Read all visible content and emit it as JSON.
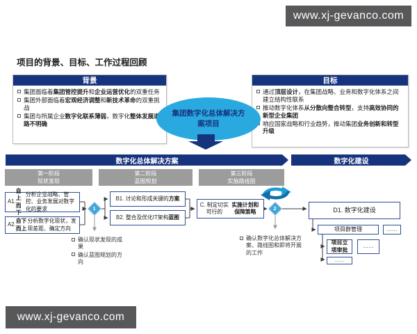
{
  "watermark": {
    "url": "www.xj-gevanco.com"
  },
  "title": "项目的背景、目标、工作过程回顾",
  "background_panel": {
    "header": "背景",
    "bullets": [
      [
        {
          "t": "集团面临着"
        },
        {
          "t": "集团管控提升",
          "b": 1
        },
        {
          "t": "和"
        },
        {
          "t": "企业运营优化",
          "b": 1
        },
        {
          "t": "的双重任务"
        }
      ],
      [
        {
          "t": "集团外部面临着"
        },
        {
          "t": "宏观经济调整",
          "b": 1
        },
        {
          "t": "和"
        },
        {
          "t": "新技术革命",
          "b": 1
        },
        {
          "t": "的双重挑战"
        }
      ],
      [
        {
          "t": "集团与所属企业"
        },
        {
          "t": "数字化联系薄弱",
          "b": 1
        },
        {
          "t": "，数字化"
        },
        {
          "t": "整体发展道路不明确",
          "b": 1
        }
      ]
    ]
  },
  "goal_panel": {
    "header": "目标",
    "bullets": [
      [
        {
          "t": "通过"
        },
        {
          "t": "顶层设计",
          "b": 1
        },
        {
          "t": "，在集团战略、业务和数字化体系之间建立结构性联系"
        }
      ],
      [
        {
          "t": "推动数字化体系"
        },
        {
          "t": "从分散向整合转型",
          "b": 1
        },
        {
          "t": "，支持"
        },
        {
          "t": "高效协同的新型企业集团",
          "b": 1
        }
      ],
      [
        {
          "t": "响应国家战略和行业趋势，推动集团"
        },
        {
          "t": "业务创新和转型升级",
          "b": 1
        }
      ]
    ]
  },
  "center_ellipse": {
    "label": "集团数字化总体解决方案项目"
  },
  "banners": {
    "solution": "数字化总体解决方案",
    "construction": "数字化建设"
  },
  "phases": [
    {
      "line1": "第一阶段",
      "line2": "现状发现"
    },
    {
      "line1": "第二阶段",
      "line2": "蓝图规划"
    },
    {
      "line1": "第三阶段",
      "line2": "实施路线图"
    }
  ],
  "flow": {
    "a1": [
      {
        "t": "A1. "
      },
      {
        "t": "自上而下",
        "b": 1
      },
      {
        "t": "分析企业战略、管控、业务发展对数字化的要求"
      }
    ],
    "a2": [
      {
        "t": "A2. "
      },
      {
        "t": "自下而上",
        "b": 1
      },
      {
        "t": "分析数字化现状，发现差距、确定方向"
      }
    ],
    "b1": [
      {
        "t": "B1. 讨论和形成关键的"
      },
      {
        "t": "方案",
        "b": 1
      }
    ],
    "b2": [
      {
        "t": "B2. 整合及优化IT架构"
      },
      {
        "t": "蓝图",
        "b": 1
      }
    ],
    "c": [
      {
        "t": "C. 制定切实可行的"
      },
      {
        "t": "实施计划和保障策略",
        "b": 1
      }
    ],
    "d1": "D1. 数字化建设",
    "gate1": "1",
    "gate2": "2",
    "project_group": "项目群管理",
    "approval": "项目立项审批",
    "dots": "……"
  },
  "notes": {
    "note1": [
      "确认现状发现的成果",
      "确认蓝图规划的方向"
    ],
    "note2": [
      "确认数字化总体解决方案、路线图和即将开展的工作"
    ]
  },
  "colors": {
    "navy": "#16337E",
    "sky": "#29A9DF",
    "diamond": "#3EA7DC",
    "phase_gray": "#9C9C9C",
    "wm_gray": "#58585A"
  }
}
